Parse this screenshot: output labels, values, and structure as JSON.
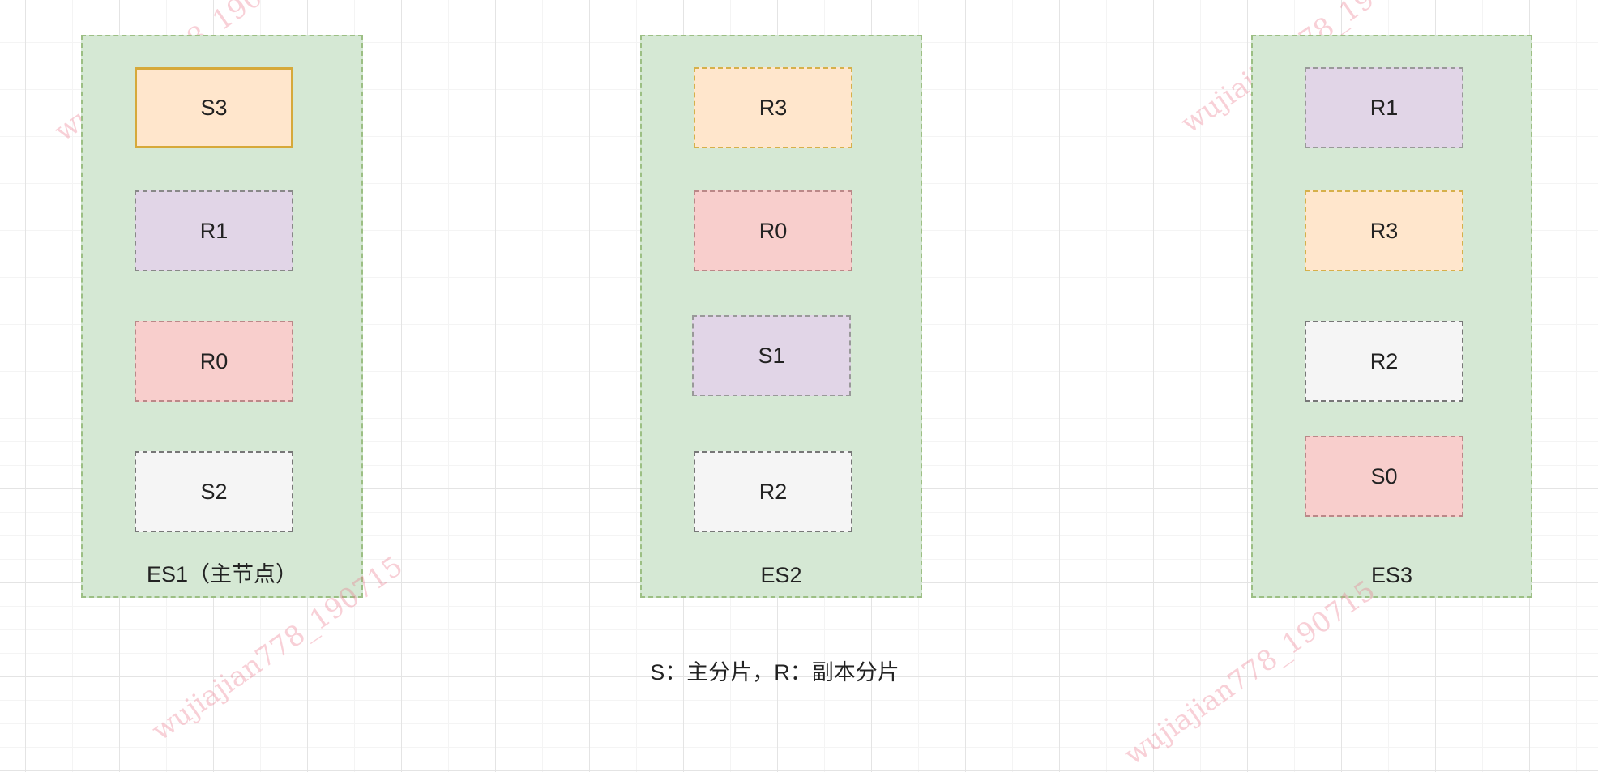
{
  "nodes": [
    {
      "label": "ES1（主节点）",
      "shards": [
        {
          "label": "S3",
          "fill": "#ffe6cc",
          "border": "#d6a93a",
          "solid": true
        },
        {
          "label": "R1",
          "fill": "#e1d5e7",
          "border": "#888"
        },
        {
          "label": "R0",
          "fill": "#f8cecc",
          "border": "#b88"
        },
        {
          "label": "S2",
          "fill": "#f5f5f5",
          "border": "#777"
        }
      ]
    },
    {
      "label": "ES2",
      "shards": [
        {
          "label": "R3",
          "fill": "#ffe6cc",
          "border": "#d6b04a"
        },
        {
          "label": "R0",
          "fill": "#f8cecc",
          "border": "#b88"
        },
        {
          "label": "S1",
          "fill": "#e1d5e7",
          "border": "#999"
        },
        {
          "label": "R2",
          "fill": "#f5f5f5",
          "border": "#777"
        }
      ]
    },
    {
      "label": "ES3",
      "shards": [
        {
          "label": "R1",
          "fill": "#e1d5e7",
          "border": "#999"
        },
        {
          "label": "R3",
          "fill": "#ffe6cc",
          "border": "#d6b04a"
        },
        {
          "label": "R2",
          "fill": "#f5f5f5",
          "border": "#777"
        },
        {
          "label": "S0",
          "fill": "#f8cecc",
          "border": "#b88"
        }
      ]
    }
  ],
  "legend": "S：主分片，R：副本分片",
  "watermark": "wujiajian778_190715"
}
